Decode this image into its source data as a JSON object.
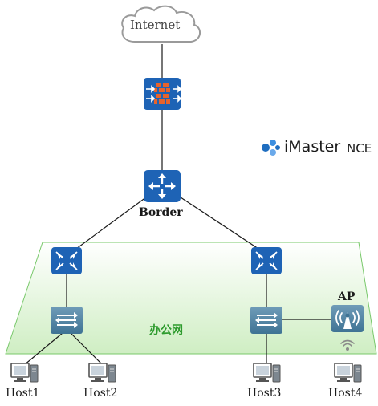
{
  "nodes": {
    "internet": {
      "label": "Internet",
      "icon": "cloud-icon"
    },
    "firewall": {
      "icon": "firewall-icon"
    },
    "border": {
      "label": "Border",
      "icon": "router-icon"
    },
    "core_left": {
      "icon": "aggregation-switch-icon"
    },
    "core_right": {
      "icon": "aggregation-switch-icon"
    },
    "access_left": {
      "icon": "access-switch-icon"
    },
    "access_right": {
      "icon": "access-switch-icon"
    },
    "ap": {
      "label": "AP",
      "icon": "wireless-ap-icon"
    },
    "host1": {
      "label": "Host1",
      "icon": "computer-icon"
    },
    "host2": {
      "label": "Host2",
      "icon": "computer-icon"
    },
    "host3": {
      "label": "Host3",
      "icon": "computer-icon"
    },
    "host4": {
      "label": "Host4",
      "icon": "computer-icon"
    }
  },
  "zone": {
    "label": "办公网",
    "color": "#2e9b2e"
  },
  "brand": {
    "name": "iMaster",
    "suffix": "NCE",
    "color": "#1f6ec0"
  },
  "colors": {
    "device": "#1e63b5",
    "device_light": "#4a7fa1",
    "link": "#1a1a1a",
    "zone_fill": "#d8f2cf",
    "firewall": "#e8632c"
  }
}
